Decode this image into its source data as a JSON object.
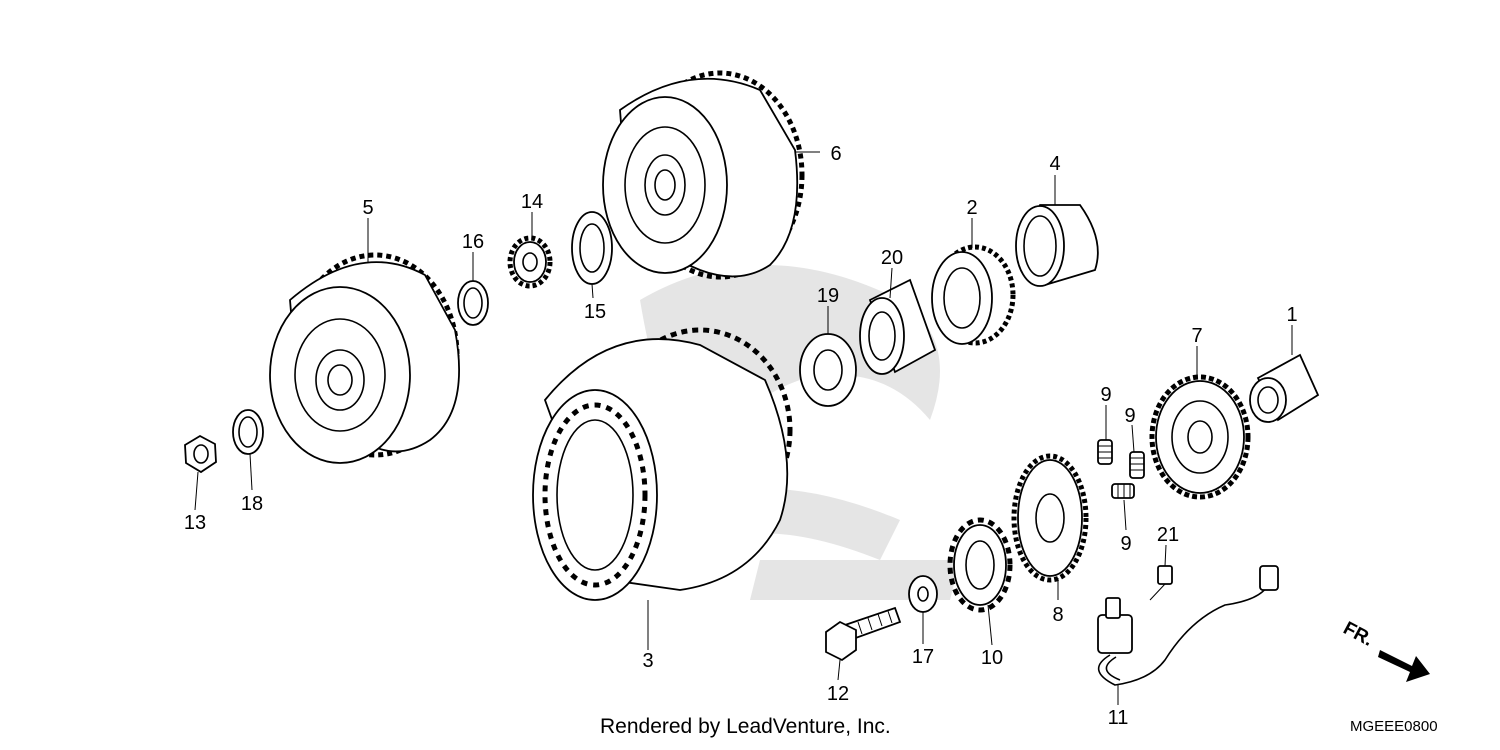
{
  "callouts": [
    "1",
    "2",
    "3",
    "4",
    "5",
    "6",
    "7",
    "8",
    "9",
    "9",
    "9",
    "10",
    "11",
    "12",
    "13",
    "14",
    "15",
    "16",
    "17",
    "18",
    "19",
    "20",
    "21"
  ],
  "credit": "Rendered by LeadVenture, Inc.",
  "diagram_code": "MGEEE0800",
  "direction_label": "FR."
}
